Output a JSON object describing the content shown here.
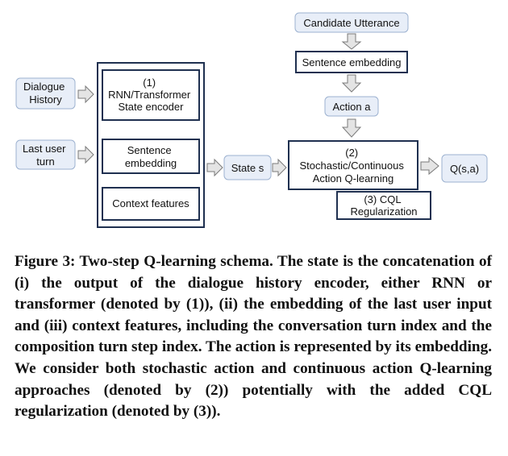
{
  "diagram": {
    "inputs": {
      "dialogue_history": [
        "Dialogue",
        "History"
      ],
      "last_user_turn": [
        "Last user",
        "turn"
      ]
    },
    "state_encoder": [
      "(1)",
      "RNN/Transformer",
      "State encoder"
    ],
    "sentence_embedding_left": [
      "Sentence",
      "embedding"
    ],
    "context_features": [
      "Context features"
    ],
    "state": [
      "State s"
    ],
    "candidate_utterance": [
      "Candidate Utterance"
    ],
    "sentence_embedding_right": [
      "Sentence embedding"
    ],
    "action": [
      "Action a"
    ],
    "q_learning": [
      "(2)",
      "Stochastic/Continuous",
      "Action Q-learning"
    ],
    "cql": [
      "(3) CQL",
      "Regularization"
    ],
    "output": [
      "Q(s,a)"
    ],
    "colors": {
      "soft_fill": "#e8eef8",
      "soft_border": "#9db2d0",
      "dark_border": "#1f3050",
      "arrow_fill": "#e4e4e4",
      "arrow_stroke": "#7a7a7a"
    }
  },
  "caption": "Figure 3: Two-step Q-learning schema. The state is the concatenation of (i) the output of the dialogue history encoder, either RNN or transformer (denoted by (1)), (ii) the embedding of the last user input and (iii) context features, including the conversation turn index and the composition turn step index. The action is represented by its embedding. We consider both stochastic action and continuous action Q-learning approaches (denoted by (2)) potentially with the added CQL regularization (denoted by (3))."
}
